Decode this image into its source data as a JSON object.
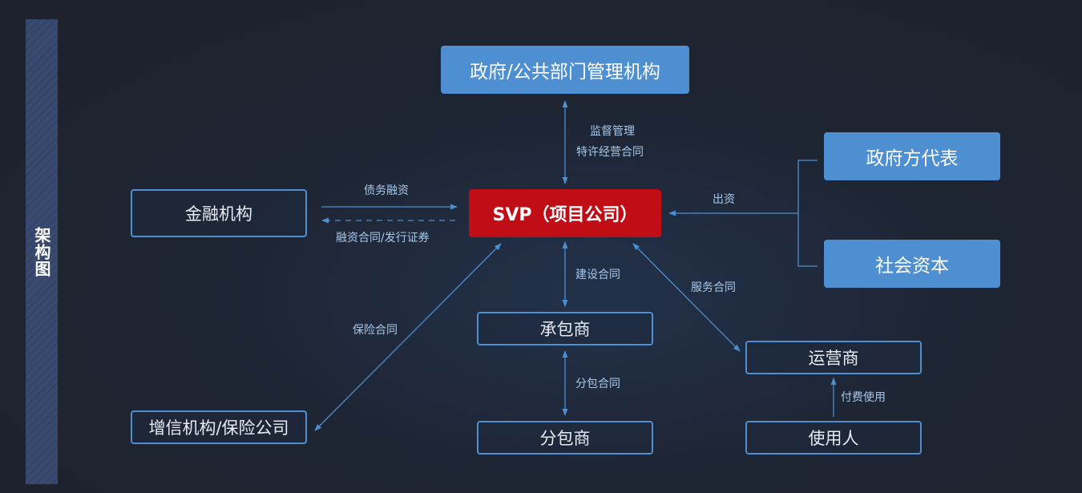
{
  "sidebar": {
    "title": "架构图"
  },
  "nodes": {
    "government": "政府/公共部门管理机构",
    "svp": "SVP（项目公司）",
    "financial": "金融机构",
    "gov_rep": "政府方代表",
    "social_capital": "社会资本",
    "contractor": "承包商",
    "subcontractor": "分包商",
    "operator": "运营商",
    "user": "使用人",
    "insurer": "增信机构/保险公司"
  },
  "edges": {
    "gov_svp_1": "监督管理",
    "gov_svp_2": "特许经营合同",
    "fin_to_svp": "债务融资",
    "svp_to_fin": "融资合同/发行证券",
    "investors_to_svp": "出资",
    "svp_contractor": "建设合同",
    "contractor_sub": "分包合同",
    "svp_operator": "服务合同",
    "user_operator": "付费使用",
    "svp_insurer": "保险合同"
  },
  "colors": {
    "accent": "#4d8fd0",
    "svp": "#c00d16",
    "label": "#a8c8ea",
    "background": "#1d212b"
  }
}
